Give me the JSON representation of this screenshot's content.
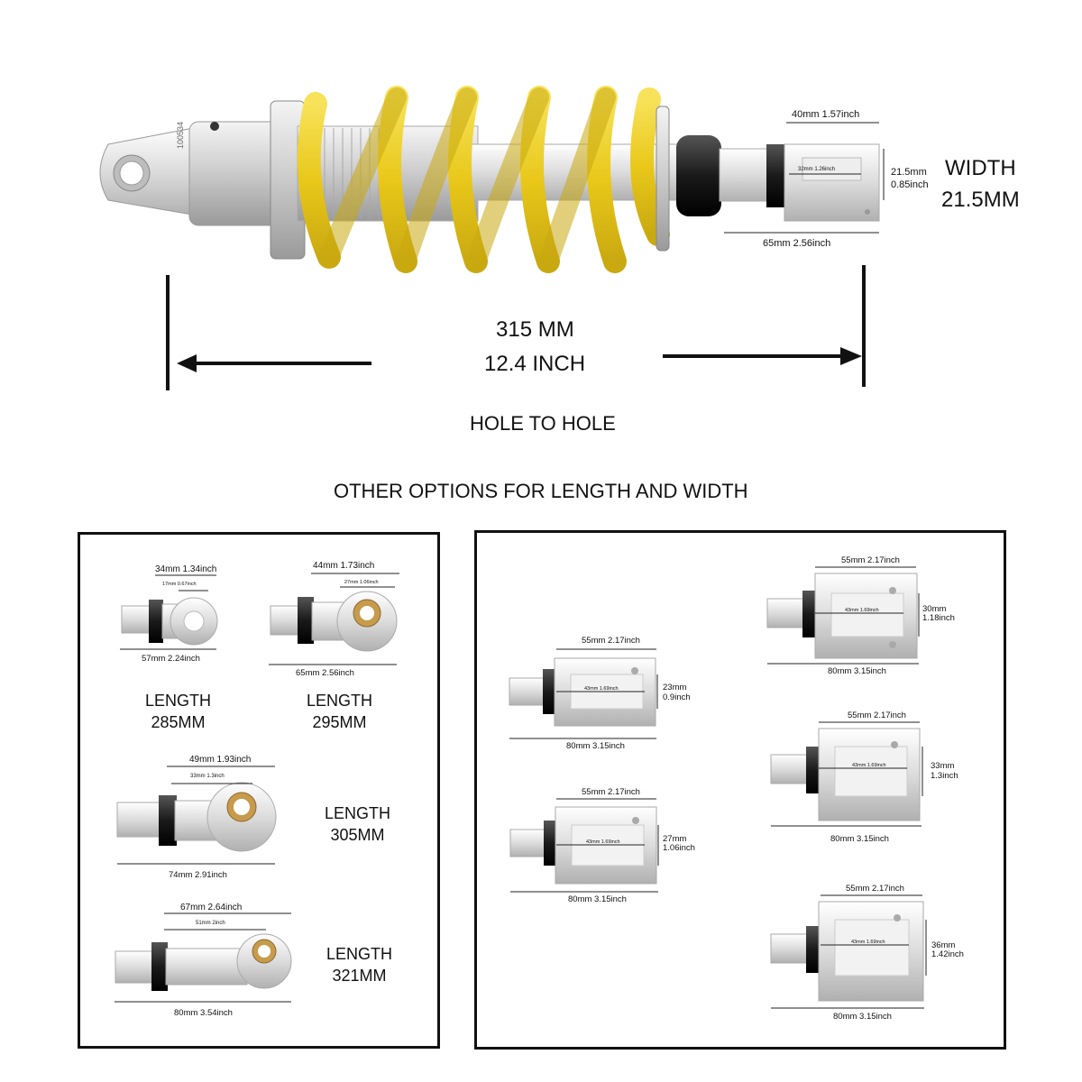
{
  "main_shock": {
    "hole_to_hole_mm": "315 MM",
    "hole_to_hole_inch": "12.4 INCH",
    "hole_to_hole_label": "HOLE TO HOLE",
    "width_label": "WIDTH",
    "width_value": "21.5MM",
    "serial": "100534",
    "dims": {
      "fork_top": "40mm 1.57inch",
      "fork_inner": "32mm 1.26inch",
      "fork_width_mm": "21.5mm",
      "fork_width_in": "0.85inch",
      "fork_total": "65mm  2.56inch"
    },
    "colors": {
      "spring": "#f2d21e",
      "body": "#c8c8c8",
      "nut": "#1a1a1a"
    }
  },
  "options_heading": "OTHER OPTIONS FOR LENGTH AND WIDTH",
  "left_panel": [
    {
      "name": "opt-285",
      "top": "34mm 1.34inch",
      "inner": "17mm  0.67inch",
      "bottom": "57mm  2.24inch",
      "length_word": "LENGTH",
      "length_value": "285MM"
    },
    {
      "name": "opt-295",
      "top": "44mm 1.73inch",
      "inner": "27mm  1.06inch",
      "bottom": "65mm  2.56inch",
      "length_word": "LENGTH",
      "length_value": "295MM"
    },
    {
      "name": "opt-305",
      "top": "49mm 1.93inch",
      "inner": "33mm  1.3inch",
      "bottom": "74mm  2.91inch",
      "length_word": "LENGTH",
      "length_value": "305MM"
    },
    {
      "name": "opt-321",
      "top": "67mm 2.64inch",
      "inner": "51mm  2inch",
      "bottom": "80mm  3.54inch",
      "length_word": "LENGTH",
      "length_value": "321MM"
    }
  ],
  "right_panel": [
    {
      "name": "fork-23",
      "top": "55mm 2.17inch",
      "inner": "43mm  1.69inch",
      "side_mm": "23mm",
      "side_in": "0.9inch",
      "bottom": "80mm  3.15inch"
    },
    {
      "name": "fork-27",
      "top": "55mm 2.17inch",
      "inner": "43mm  1.69inch",
      "side_mm": "27mm",
      "side_in": "1.06inch",
      "bottom": "80mm  3.15inch"
    },
    {
      "name": "fork-30",
      "top": "55mm 2.17inch",
      "inner": "43mm  1.69inch",
      "side_mm": "30mm",
      "side_in": "1.18inch",
      "bottom": "80mm  3.15inch"
    },
    {
      "name": "fork-33",
      "top": "55mm 2.17inch",
      "inner": "43mm  1.69inch",
      "side_mm": "33mm",
      "side_in": "1.3inch",
      "bottom": "80mm  3.15inch"
    },
    {
      "name": "fork-36",
      "top": "55mm 2.17inch",
      "inner": "43mm  1.69inch",
      "side_mm": "36mm",
      "side_in": "1.42inch",
      "bottom": "80mm  3.15inch"
    }
  ]
}
